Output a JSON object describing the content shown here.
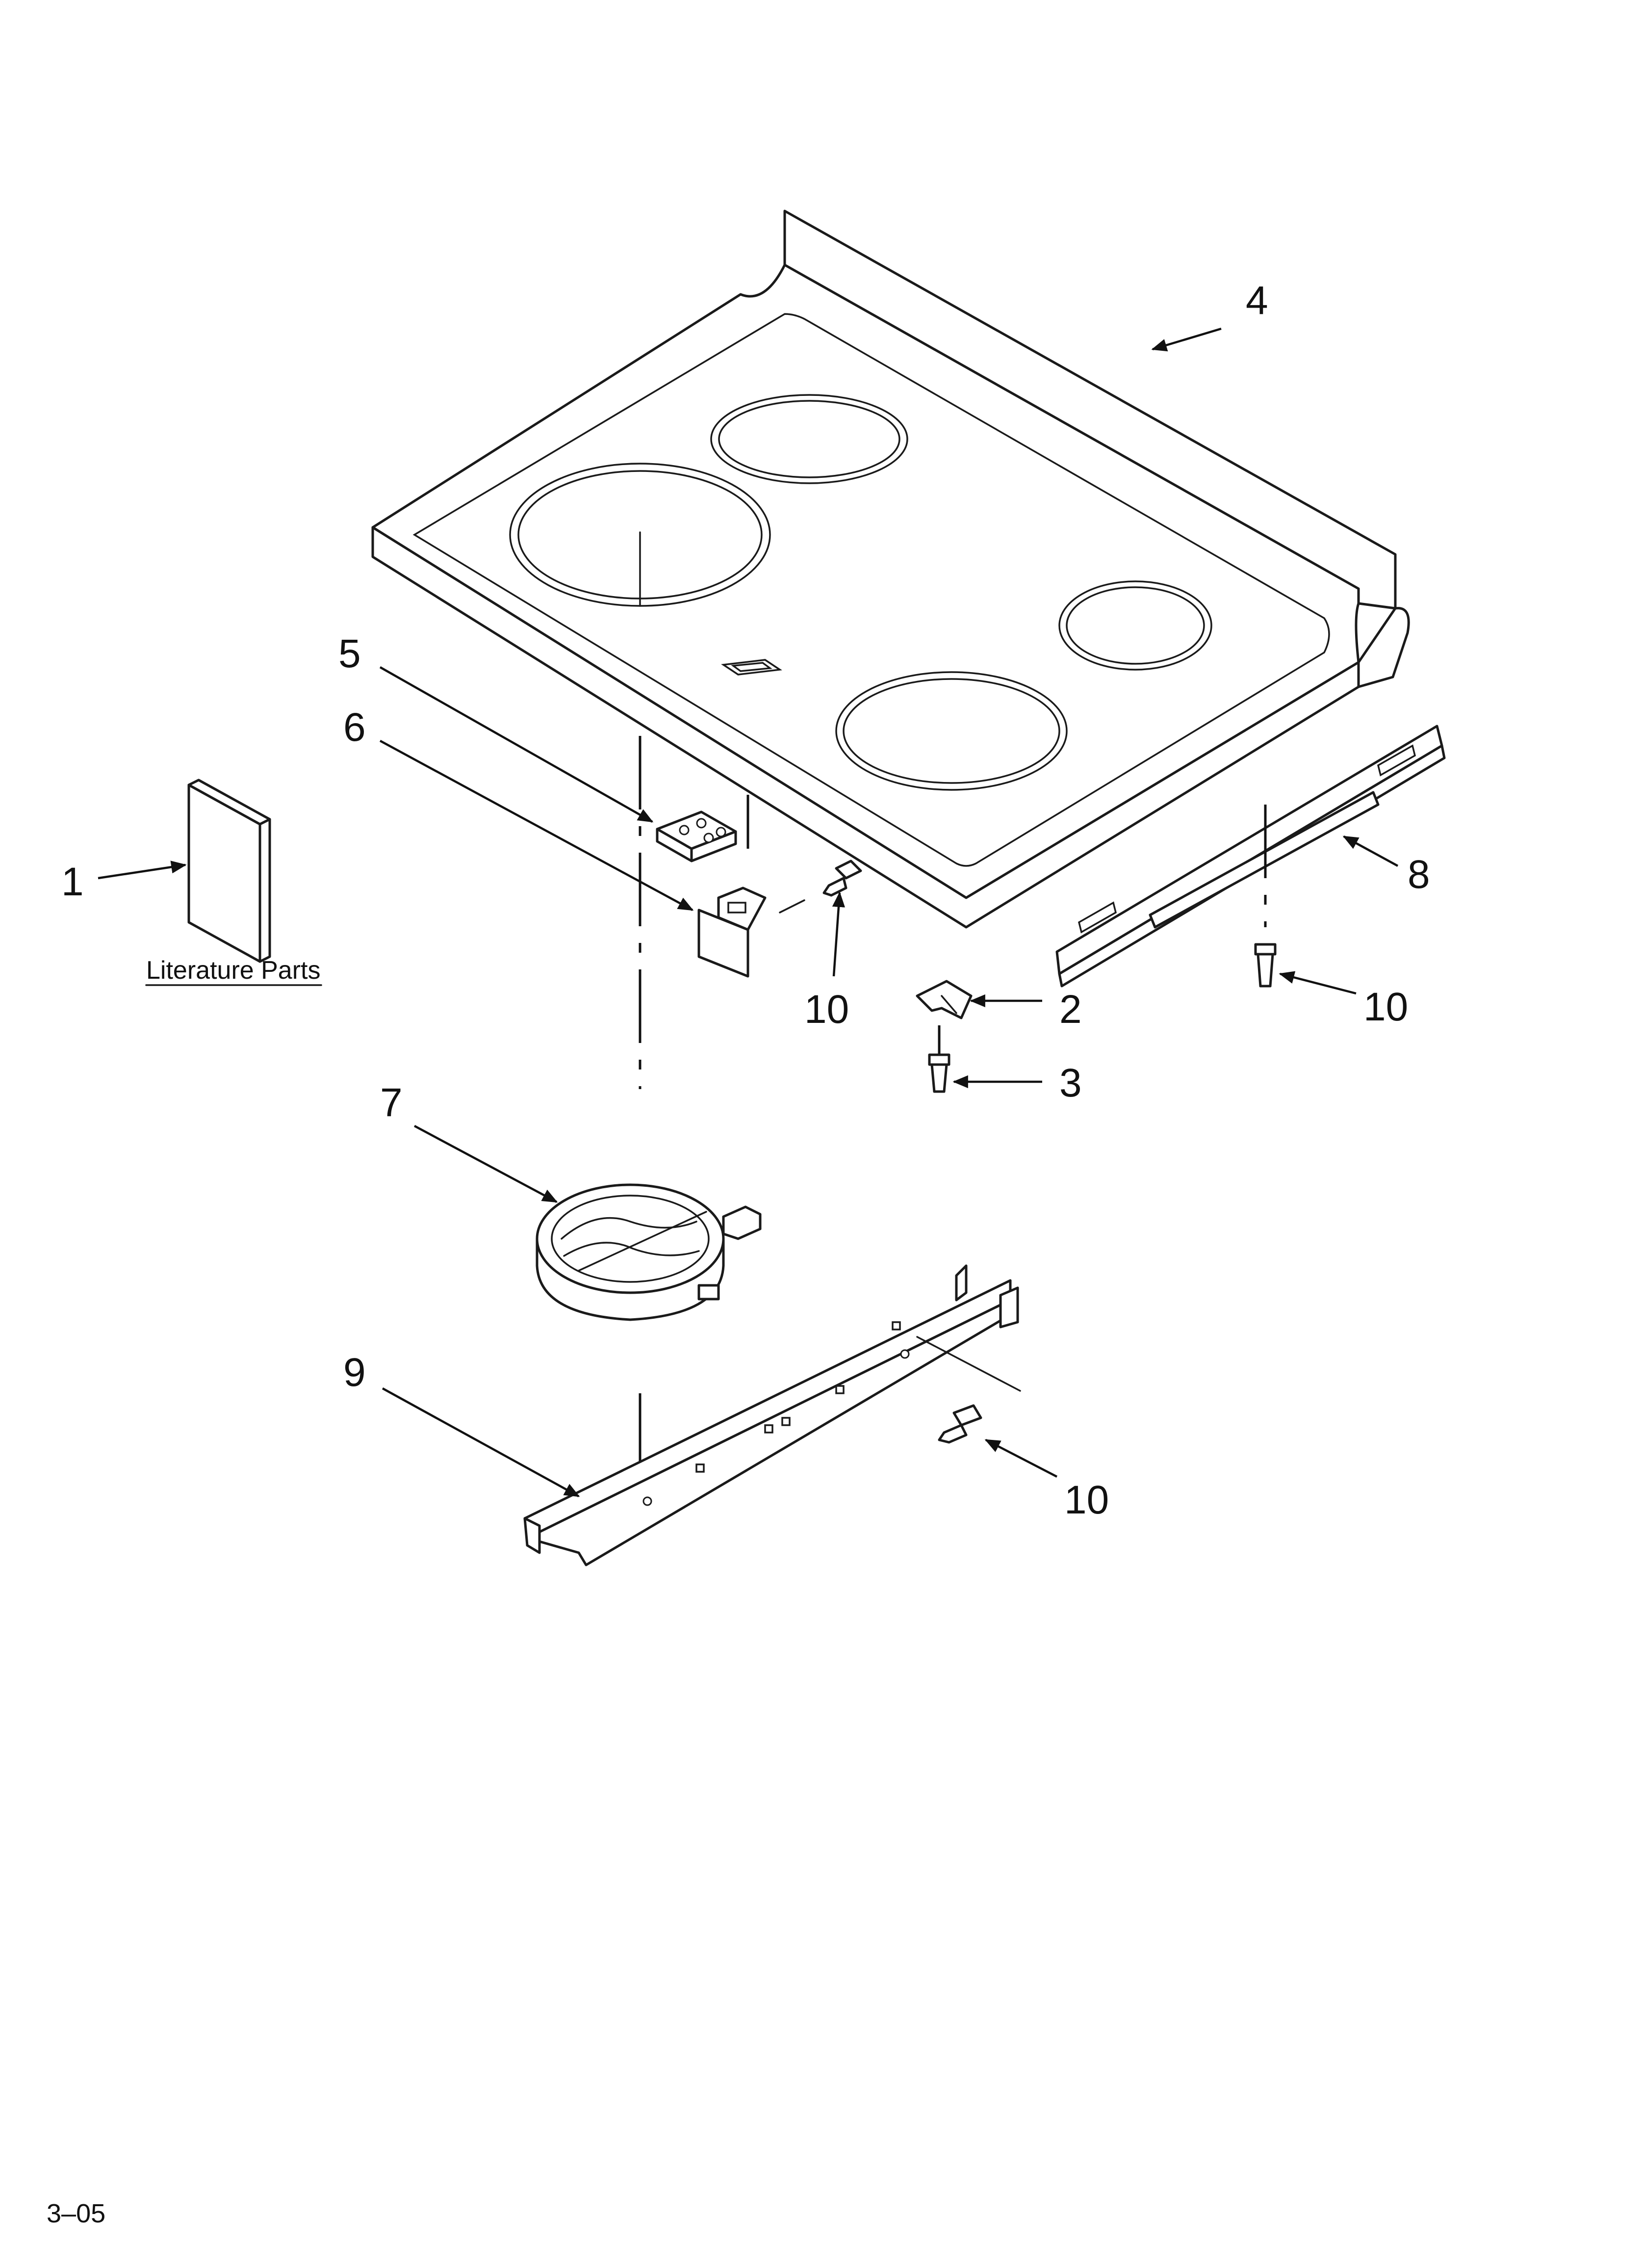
{
  "callouts": {
    "c1": "1",
    "c2": "2",
    "c3": "3",
    "c4": "4",
    "c5": "5",
    "c6": "6",
    "c7": "7",
    "c8": "8",
    "c9": "9",
    "c10_a": "10",
    "c10_b": "10",
    "c10_c": "10"
  },
  "literature_label": "Literature Parts",
  "footer_code": "3–05",
  "colors": {
    "ink": "#111111",
    "paper": "#ffffff"
  },
  "icons": {
    "literature": "booklet-icon",
    "arrow": "arrowhead-icon"
  }
}
